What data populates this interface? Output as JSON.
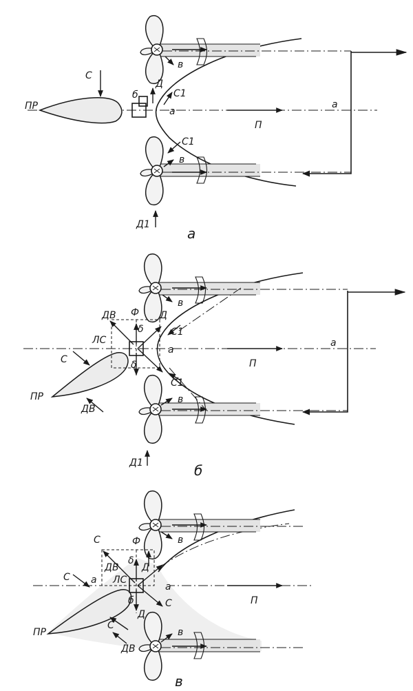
{
  "figure": {
    "panels": [
      {
        "caption": "а",
        "labels": {
          "rudder": "ПР",
          "side_force": "С",
          "side_force_1_upper": "С1",
          "side_force_1_lower": "С1",
          "delta": "б",
          "thrust": "Д",
          "thrust_1": "Д1",
          "point": "а",
          "axis_end": "а",
          "motion": "П",
          "jet_upper": "в",
          "jet_lower": "в"
        }
      },
      {
        "caption": "б",
        "labels": {
          "rudder": "ПР",
          "side_force": "С",
          "resistance": "ДВ",
          "resistance_top": "ДВ",
          "phi": "Ф",
          "thrust": "Д",
          "thrust_1": "Д1",
          "delta_top": "δ",
          "delta_bottom": "δ",
          "line_lc": "ЛС",
          "point": "а",
          "axis_end": "а",
          "motion": "П",
          "side_force_1_upper": "С1",
          "side_force_1_lower": "С1",
          "jet_upper": "в",
          "jet_lower": "в"
        }
      },
      {
        "caption": "в",
        "labels": {
          "rudder": "ПР",
          "side_force_left": "С",
          "side_force_top": "С",
          "side_force_lower": "С",
          "side_force_right": "С",
          "point_left": "а",
          "phi": "Ф",
          "delta_top": "δ",
          "delta_bottom": "б",
          "resistance_top": "ДВ",
          "resistance": "ДВ",
          "line_lc": "ЛС",
          "thrust_top": "Д",
          "thrust_bottom": "Д",
          "point": "а",
          "motion": "П",
          "jet_upper": "в",
          "jet_lower": "в"
        }
      }
    ]
  }
}
